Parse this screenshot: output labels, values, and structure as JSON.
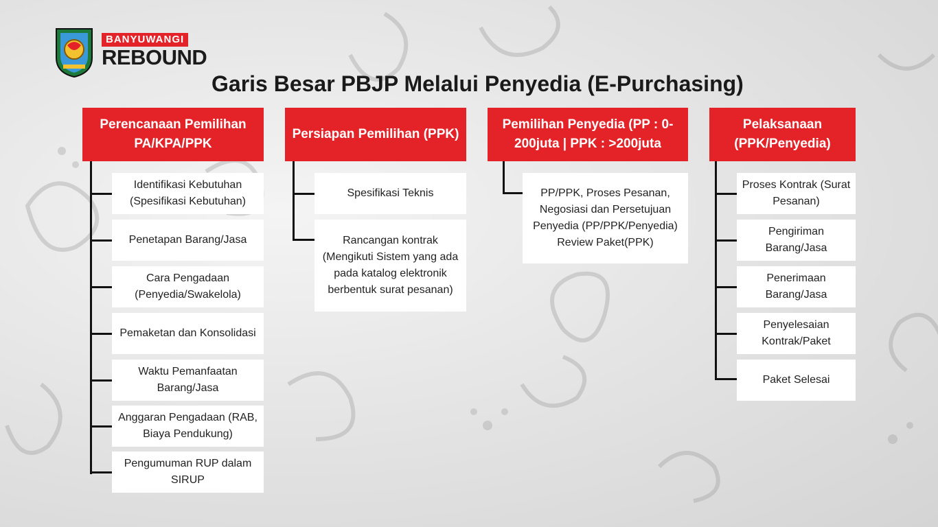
{
  "brand": {
    "top_text": "BANYUWANGI",
    "bottom_text": "REBOUND",
    "colors": {
      "accent": "#e42329",
      "dark": "#1b1b1b"
    }
  },
  "title": "Garis Besar PBJP Melalui Penyedia (E-Purchasing)",
  "phases": [
    {
      "header": "Perencanaan Pemilihan PA/KPA/PPK",
      "steps": [
        "Identifikasi Kebutuhan (Spesifikasi Kebutuhan)",
        "Penetapan Barang/Jasa",
        "Cara Pengadaan (Penyedia/Swakelola)",
        "Pemaketan dan Konsolidasi",
        "Waktu Pemanfaatan Barang/Jasa",
        "Anggaran Pengadaan (RAB, Biaya Pendukung)",
        "Pengumuman RUP dalam SIRUP"
      ]
    },
    {
      "header": "Persiapan Pemilihan (PPK)",
      "steps": [
        "Spesifikasi Teknis",
        "Rancangan kontrak (Mengikuti Sistem yang ada pada katalog elektronik berbentuk surat pesanan)"
      ]
    },
    {
      "header": "Pemilihan Penyedia (PP : 0-200juta | PPK : >200juta",
      "steps": [
        "PP/PPK, Proses Pesanan, Negosiasi dan Persetujuan Penyedia (PP/PPK/Penyedia) Review Paket(PPK)"
      ]
    },
    {
      "header": "Pelaksanaan (PPK/Penyedia)",
      "steps": [
        "Proses Kontrak (Surat Pesanan)",
        "Pengiriman Barang/Jasa",
        "Penerimaan Barang/Jasa",
        "Penyelesaian Kontrak/Paket",
        "Paket Selesai"
      ]
    }
  ]
}
